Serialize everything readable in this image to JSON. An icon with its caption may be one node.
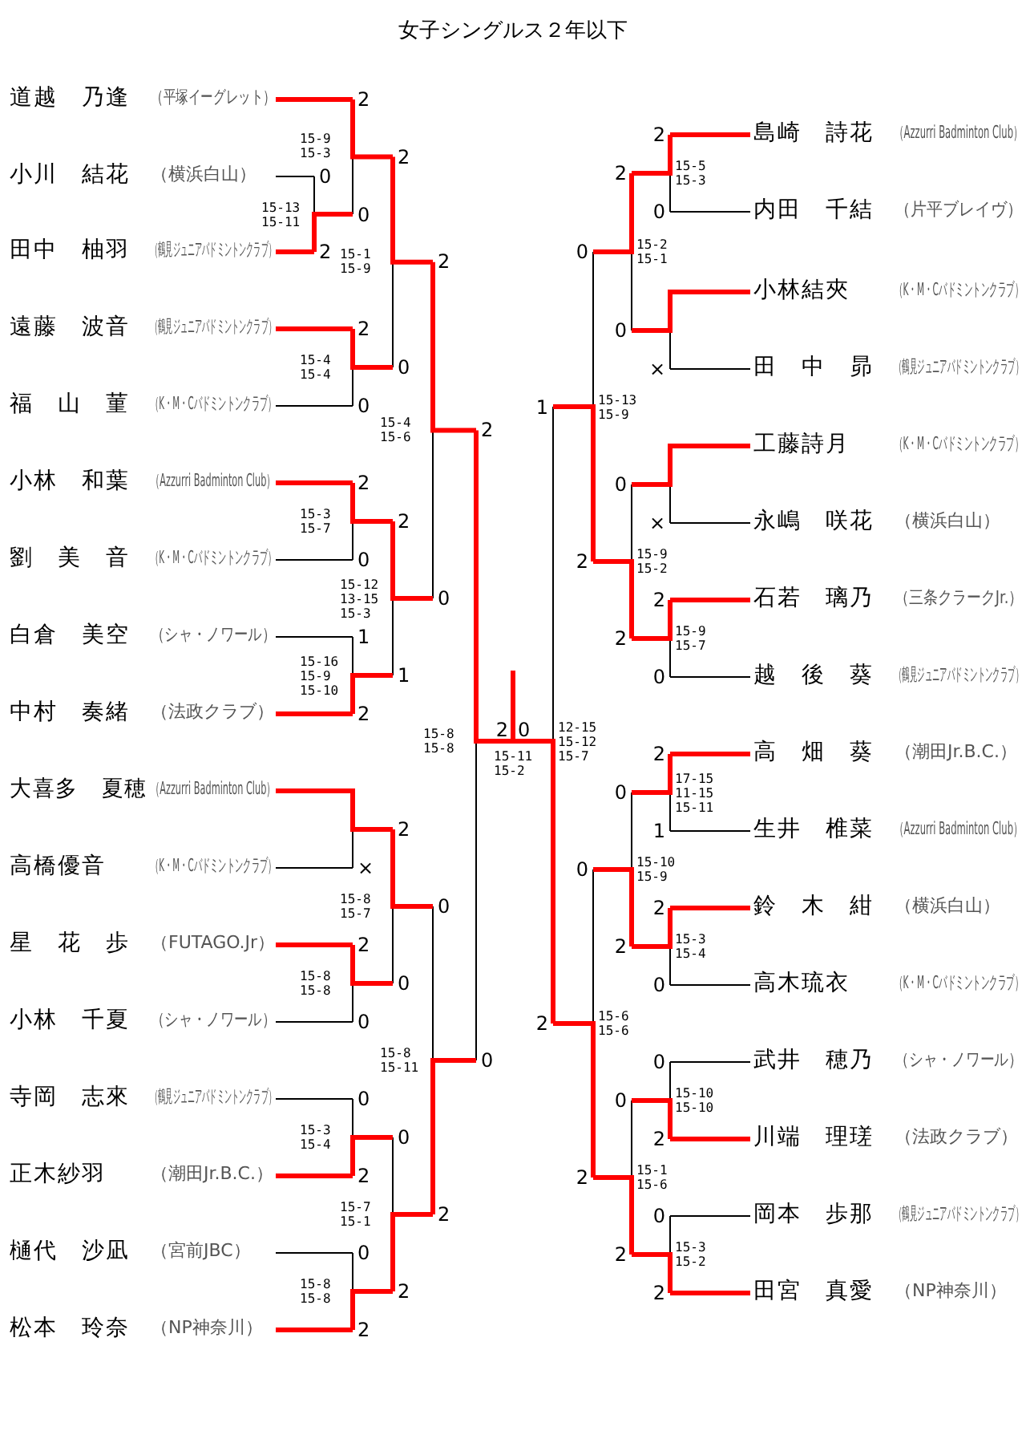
{
  "diagram": {
    "title": "女子シングルス２年以下",
    "nodes": [
      {
        "text": [
          "道越　乃逢",
          "（平塚イーグレット）"
        ]
      },
      {
        "text": [
          "小川　結花",
          "（横浜白山）"
        ]
      },
      {
        "text": [
          "田中　柚羽",
          "（鶴見ジュニアバドミントンクラブ）"
        ]
      },
      {
        "text": [
          "遠藤　波音",
          "（鶴見ジュニアバドミントンクラブ）"
        ]
      },
      {
        "text": [
          "福　山　菫",
          "（K・M・Cバドミントンクラブ）"
        ]
      },
      {
        "text": [
          "小林　和葉",
          "（Azzurri Badminton Club）"
        ]
      },
      {
        "text": [
          "劉　美　音",
          "（K・M・Cバドミントンクラブ）"
        ]
      },
      {
        "text": [
          "白倉　美空",
          "（シャ・ノワール）"
        ]
      },
      {
        "text": [
          "中村　奏緒",
          "（法政クラブ）"
        ]
      },
      {
        "text": [
          "大喜多　夏穂",
          "（Azzurri Badminton Club）"
        ]
      },
      {
        "text": [
          "高橋優音",
          "（K・M・Cバドミントンクラブ）"
        ]
      },
      {
        "text": [
          "星　花　歩",
          "（FUTAGO.Jr）"
        ]
      },
      {
        "text": [
          "小林　千夏",
          "（シャ・ノワール）"
        ]
      },
      {
        "text": [
          "寺岡　志來",
          "（鶴見ジュニアバドミントンクラブ）"
        ]
      },
      {
        "text": [
          "正木紗羽",
          "（潮田Jr.B.C.）"
        ]
      },
      {
        "text": [
          "樋代　沙凪",
          "（宮前JBC）"
        ]
      },
      {
        "text": [
          "松本　玲奈",
          "（NP神奈川）"
        ]
      },
      {
        "text": [
          "島崎　詩花",
          "（Azzurri Badminton Club）"
        ]
      },
      {
        "text": [
          "内田　千結",
          "（片平ブレイヴ）"
        ]
      },
      {
        "text": [
          "小林結夾",
          "（K・M・Cバドミントンクラブ）"
        ]
      },
      {
        "text": [
          "田　中　昴",
          "（鶴見ジュニアバドミントンクラブ）"
        ]
      },
      {
        "text": [
          "工藤詩月",
          "（K・M・Cバドミントンクラブ）"
        ]
      },
      {
        "text": [
          "永嶋　咲花",
          "（横浜白山）"
        ]
      },
      {
        "text": [
          "石若　璃乃",
          "（三条クラークJr.）"
        ]
      },
      {
        "text": [
          "越　後　葵",
          "（鶴見ジュニアバドミントンクラブ）"
        ]
      },
      {
        "text": [
          "高　畑　葵",
          "（潮田Jr.B.C.）"
        ]
      },
      {
        "text": [
          "生井　椎菜",
          "（Azzurri Badminton Club）"
        ]
      },
      {
        "text": [
          "鈴　木　紺",
          "（横浜白山）"
        ]
      },
      {
        "text": [
          "高木琉衣",
          "（K・M・Cバドミントンクラブ）"
        ]
      },
      {
        "text": [
          "武井　穂乃",
          "（シャ・ノワール）"
        ]
      },
      {
        "text": [
          "川端　理瑳",
          "（法政クラブ）"
        ]
      },
      {
        "text": [
          "岡本　歩那",
          "（鶴見ジュニアバドミントンクラブ）"
        ]
      },
      {
        "text": [
          "田宮　真愛",
          "（NP神奈川）"
        ]
      },
      {
        "text": [
          "0"
        ]
      },
      {
        "text": [
          "2"
        ]
      },
      {
        "text": [
          "2"
        ]
      },
      {
        "text": [
          "0"
        ]
      },
      {
        "text": [
          "2"
        ]
      },
      {
        "text": [
          "0"
        ]
      },
      {
        "text": [
          "2"
        ]
      },
      {
        "text": [
          "0"
        ]
      },
      {
        "text": [
          "2"
        ]
      },
      {
        "text": [
          "0"
        ]
      },
      {
        "text": [
          "1"
        ]
      },
      {
        "text": [
          "2"
        ]
      },
      {
        "text": [
          "2"
        ]
      },
      {
        "text": [
          "1"
        ]
      },
      {
        "text": [
          "2"
        ]
      },
      {
        "text": [
          "0"
        ]
      },
      {
        "text": [
          "×"
        ]
      },
      {
        "text": [
          "2"
        ]
      },
      {
        "text": [
          "0"
        ]
      },
      {
        "text": [
          "2"
        ]
      },
      {
        "text": [
          "0"
        ]
      },
      {
        "text": [
          "0"
        ]
      },
      {
        "text": [
          "2"
        ]
      },
      {
        "text": [
          "0"
        ]
      },
      {
        "text": [
          "2"
        ]
      },
      {
        "text": [
          "0"
        ]
      },
      {
        "text": [
          "2"
        ]
      },
      {
        "text": [
          "0"
        ]
      },
      {
        "text": [
          "2"
        ]
      },
      {
        "text": [
          "2"
        ]
      },
      {
        "text": [
          "0"
        ]
      },
      {
        "text": [
          "2"
        ]
      },
      {
        "text": [
          "0"
        ]
      },
      {
        "text": [
          "×"
        ]
      },
      {
        "text": [
          "2"
        ]
      },
      {
        "text": [
          "0"
        ]
      },
      {
        "text": [
          "×"
        ]
      },
      {
        "text": [
          "2"
        ]
      },
      {
        "text": [
          "0"
        ]
      },
      {
        "text": [
          "0"
        ]
      },
      {
        "text": [
          "2"
        ]
      },
      {
        "text": [
          "0"
        ]
      },
      {
        "text": [
          "2"
        ]
      },
      {
        "text": [
          "2"
        ]
      },
      {
        "text": [
          "1"
        ]
      },
      {
        "text": [
          "2"
        ]
      },
      {
        "text": [
          "0"
        ]
      },
      {
        "text": [
          "0"
        ]
      },
      {
        "text": [
          "2"
        ]
      },
      {
        "text": [
          "0"
        ]
      },
      {
        "text": [
          "2"
        ]
      },
      {
        "text": [
          "0"
        ]
      },
      {
        "text": [
          "2"
        ]
      },
      {
        "text": [
          "0"
        ]
      },
      {
        "text": [
          "2"
        ]
      },
      {
        "text": [
          "0"
        ]
      },
      {
        "text": [
          "2"
        ]
      },
      {
        "text": [
          "1"
        ]
      },
      {
        "text": [
          "2"
        ]
      },
      {
        "text": [
          "2"
        ]
      },
      {
        "text": [
          "0"
        ]
      }
    ],
    "edges": [
      {
        "from": 1,
        "to": 33,
        "arrow": "none"
      },
      {
        "from": 2,
        "to": 34,
        "arrow": "none",
        "style": "thick",
        "color": "#ff0000"
      },
      {
        "from": 0,
        "to": 35,
        "arrow": "none",
        "style": "thick",
        "color": "#ff0000"
      },
      {
        "from": 3,
        "to": 37,
        "arrow": "none",
        "style": "thick",
        "color": "#ff0000"
      },
      {
        "from": 4,
        "to": 38,
        "arrow": "none"
      },
      {
        "from": 5,
        "to": 41,
        "arrow": "none",
        "style": "thick",
        "color": "#ff0000"
      },
      {
        "from": 6,
        "to": 42,
        "arrow": "none"
      },
      {
        "from": 7,
        "to": 43,
        "arrow": "none"
      },
      {
        "from": 8,
        "to": 44,
        "arrow": "none",
        "style": "thick",
        "color": "#ff0000"
      },
      {
        "from": 10,
        "to": 49,
        "arrow": "none"
      },
      {
        "from": 11,
        "to": 50,
        "arrow": "none",
        "style": "thick",
        "color": "#ff0000"
      },
      {
        "from": 12,
        "to": 51,
        "arrow": "none"
      },
      {
        "from": 13,
        "to": 54,
        "arrow": "none"
      },
      {
        "from": 14,
        "to": 55,
        "arrow": "none",
        "style": "thick",
        "color": "#ff0000"
      },
      {
        "from": 15,
        "to": 56,
        "arrow": "none"
      },
      {
        "from": 16,
        "to": 57,
        "arrow": "none",
        "style": "thick",
        "color": "#ff0000"
      },
      {
        "from": 17,
        "to": 64,
        "arrow": "none",
        "style": "thick",
        "color": "#ff0000"
      },
      {
        "from": 18,
        "to": 65,
        "arrow": "none"
      },
      {
        "from": 20,
        "to": 66,
        "arrow": "none"
      },
      {
        "from": 22,
        "to": 69,
        "arrow": "none"
      },
      {
        "from": 23,
        "to": 70,
        "arrow": "none",
        "style": "thick",
        "color": "#ff0000"
      },
      {
        "from": 24,
        "to": 71,
        "arrow": "none"
      },
      {
        "from": 25,
        "to": 76,
        "arrow": "none",
        "style": "thick",
        "color": "#ff0000"
      },
      {
        "from": 26,
        "to": 77,
        "arrow": "none"
      },
      {
        "from": 27,
        "to": 78,
        "arrow": "none",
        "style": "thick",
        "color": "#ff0000"
      },
      {
        "from": 28,
        "to": 79,
        "arrow": "none"
      },
      {
        "from": 29,
        "to": 82,
        "arrow": "none"
      },
      {
        "from": 30,
        "to": 83,
        "arrow": "none",
        "style": "thick",
        "color": "#ff0000"
      },
      {
        "from": 31,
        "to": 84,
        "arrow": "none"
      },
      {
        "from": 32,
        "to": 85,
        "arrow": "none",
        "style": "thick",
        "color": "#ff0000"
      },
      {
        "from": 9,
        "to": 52,
        "arrow": "none",
        "style": "thick",
        "color": "#ff0000"
      },
      {
        "from": 19,
        "to": 68,
        "arrow": "none",
        "style": "thick",
        "color": "#ff0000"
      },
      {
        "from": 21,
        "to": 72,
        "arrow": "none",
        "style": "thick",
        "color": "#ff0000"
      },
      {
        "from": 34,
        "to": 36,
        "arrow": "none",
        "style": "thick",
        "color": "#ff0000"
      },
      {
        "from": 33,
        "to": 36,
        "arrow": "none"
      },
      {
        "from": 35,
        "to": 39,
        "arrow": "none",
        "style": "thick",
        "color": "#ff0000"
      },
      {
        "from": 36,
        "to": 39,
        "arrow": "none"
      },
      {
        "from": 37,
        "to": 40,
        "arrow": "none",
        "style": "thick",
        "color": "#ff0000"
      },
      {
        "from": 38,
        "to": 40,
        "arrow": "none"
      },
      {
        "from": 39,
        "to": 47,
        "arrow": "none",
        "style": "thick",
        "color": "#ff0000"
      },
      {
        "from": 40,
        "to": 47,
        "arrow": "none"
      },
      {
        "from": 41,
        "to": 45,
        "arrow": "none",
        "style": "thick",
        "color": "#ff0000"
      },
      {
        "from": 42,
        "to": 45,
        "arrow": "none"
      },
      {
        "from": 44,
        "to": 46,
        "arrow": "none",
        "style": "thick",
        "color": "#ff0000"
      },
      {
        "from": 43,
        "to": 46,
        "arrow": "none"
      },
      {
        "from": 45,
        "to": 48,
        "arrow": "none",
        "style": "thick",
        "color": "#ff0000"
      },
      {
        "from": 46,
        "to": 48,
        "arrow": "none"
      },
      {
        "from": 47,
        "to": 62,
        "arrow": "none",
        "style": "thick",
        "color": "#ff0000"
      },
      {
        "from": 48,
        "to": 62,
        "arrow": "none"
      },
      {
        "from": 49,
        "to": 52,
        "arrow": "none"
      },
      {
        "from": 50,
        "to": 53,
        "arrow": "none",
        "style": "thick",
        "color": "#ff0000"
      },
      {
        "from": 51,
        "to": 53,
        "arrow": "none"
      },
      {
        "from": 52,
        "to": 60,
        "arrow": "none",
        "style": "thick",
        "color": "#ff0000"
      },
      {
        "from": 53,
        "to": 60,
        "arrow": "none"
      },
      {
        "from": 55,
        "to": 58,
        "arrow": "none",
        "style": "thick",
        "color": "#ff0000"
      },
      {
        "from": 54,
        "to": 58,
        "arrow": "none"
      },
      {
        "from": 57,
        "to": 59,
        "arrow": "none",
        "style": "thick",
        "color": "#ff0000"
      },
      {
        "from": 56,
        "to": 59,
        "arrow": "none"
      },
      {
        "from": 59,
        "to": 61,
        "arrow": "none",
        "style": "thick",
        "color": "#ff0000"
      },
      {
        "from": 58,
        "to": 61,
        "arrow": "none"
      },
      {
        "from": 61,
        "to": 63,
        "arrow": "none",
        "style": "thick",
        "color": "#ff0000"
      },
      {
        "from": 60,
        "to": 63,
        "arrow": "none"
      },
      {
        "from": 62,
        "to": 92,
        "arrow": "none",
        "style": "thick",
        "color": "#ff0000"
      },
      {
        "from": 63,
        "to": 92,
        "arrow": "none"
      },
      {
        "from": 64,
        "to": 67,
        "arrow": "none",
        "style": "thick",
        "color": "#ff0000"
      },
      {
        "from": 65,
        "to": 67,
        "arrow": "none"
      },
      {
        "from": 66,
        "to": 68,
        "arrow": "none"
      },
      {
        "from": 67,
        "to": 74,
        "arrow": "none",
        "style": "thick",
        "color": "#ff0000"
      },
      {
        "from": 68,
        "to": 74,
        "arrow": "none"
      },
      {
        "from": 69,
        "to": 72,
        "arrow": "none"
      },
      {
        "from": 70,
        "to": 73,
        "arrow": "none",
        "style": "thick",
        "color": "#ff0000"
      },
      {
        "from": 71,
        "to": 73,
        "arrow": "none"
      },
      {
        "from": 73,
        "to": 75,
        "arrow": "none",
        "style": "thick",
        "color": "#ff0000"
      },
      {
        "from": 72,
        "to": 75,
        "arrow": "none"
      },
      {
        "from": 75,
        "to": 90,
        "arrow": "none",
        "style": "thick",
        "color": "#ff0000"
      },
      {
        "from": 74,
        "to": 90,
        "arrow": "none"
      },
      {
        "from": 76,
        "to": 80,
        "arrow": "none",
        "style": "thick",
        "color": "#ff0000"
      },
      {
        "from": 77,
        "to": 80,
        "arrow": "none"
      },
      {
        "from": 78,
        "to": 81,
        "arrow": "none",
        "style": "thick",
        "color": "#ff0000"
      },
      {
        "from": 79,
        "to": 81,
        "arrow": "none"
      },
      {
        "from": 81,
        "to": 88,
        "arrow": "none",
        "style": "thick",
        "color": "#ff0000"
      },
      {
        "from": 80,
        "to": 88,
        "arrow": "none"
      },
      {
        "from": 83,
        "to": 86,
        "arrow": "none",
        "style": "thick",
        "color": "#ff0000"
      },
      {
        "from": 82,
        "to": 86,
        "arrow": "none"
      },
      {
        "from": 85,
        "to": 87,
        "arrow": "none",
        "style": "thick",
        "color": "#ff0000"
      },
      {
        "from": 84,
        "to": 87,
        "arrow": "none"
      },
      {
        "from": 87,
        "to": 89,
        "arrow": "none",
        "style": "thick",
        "color": "#ff0000"
      },
      {
        "from": 86,
        "to": 89,
        "arrow": "none"
      },
      {
        "from": 89,
        "to": 91,
        "arrow": "none",
        "style": "thick",
        "color": "#ff0000"
      },
      {
        "from": 88,
        "to": 91,
        "arrow": "none"
      },
      {
        "from": 91,
        "to": 93,
        "arrow": "none",
        "style": "thick",
        "color": "#ff0000"
      },
      {
        "from": 90,
        "to": 93,
        "arrow": "none"
      },
      {
        "from": 92,
        "to": null,
        "arrow": "none",
        "style": "thick",
        "color": "#ff0000"
      }
    ],
    "labels": [
      "15-13 15-11",
      "15-9 15-3",
      "15-4 15-4",
      "15-1 15-9",
      "15-3 15-7",
      "15-16 15-9 15-10",
      "15-12 13-15 15-3",
      "15-4 15-6",
      "15-8 15-8",
      "15-8 15-7",
      "15-3 15-4",
      "15-8 15-8",
      "15-7 15-1",
      "15-8 15-11",
      "15-8 15-8",
      "15-5 15-3",
      "15-2 15-1",
      "15-9 15-7",
      "15-9 15-2",
      "15-13 15-9",
      "17-15 11-15 15-11",
      "15-3 15-4",
      "15-10 15-9",
      "15-10 15-10",
      "15-3 15-2",
      "15-1 15-6",
      "15-6 15-6",
      "12-15 15-12 15-7",
      "15-11 15-2"
    ]
  }
}
